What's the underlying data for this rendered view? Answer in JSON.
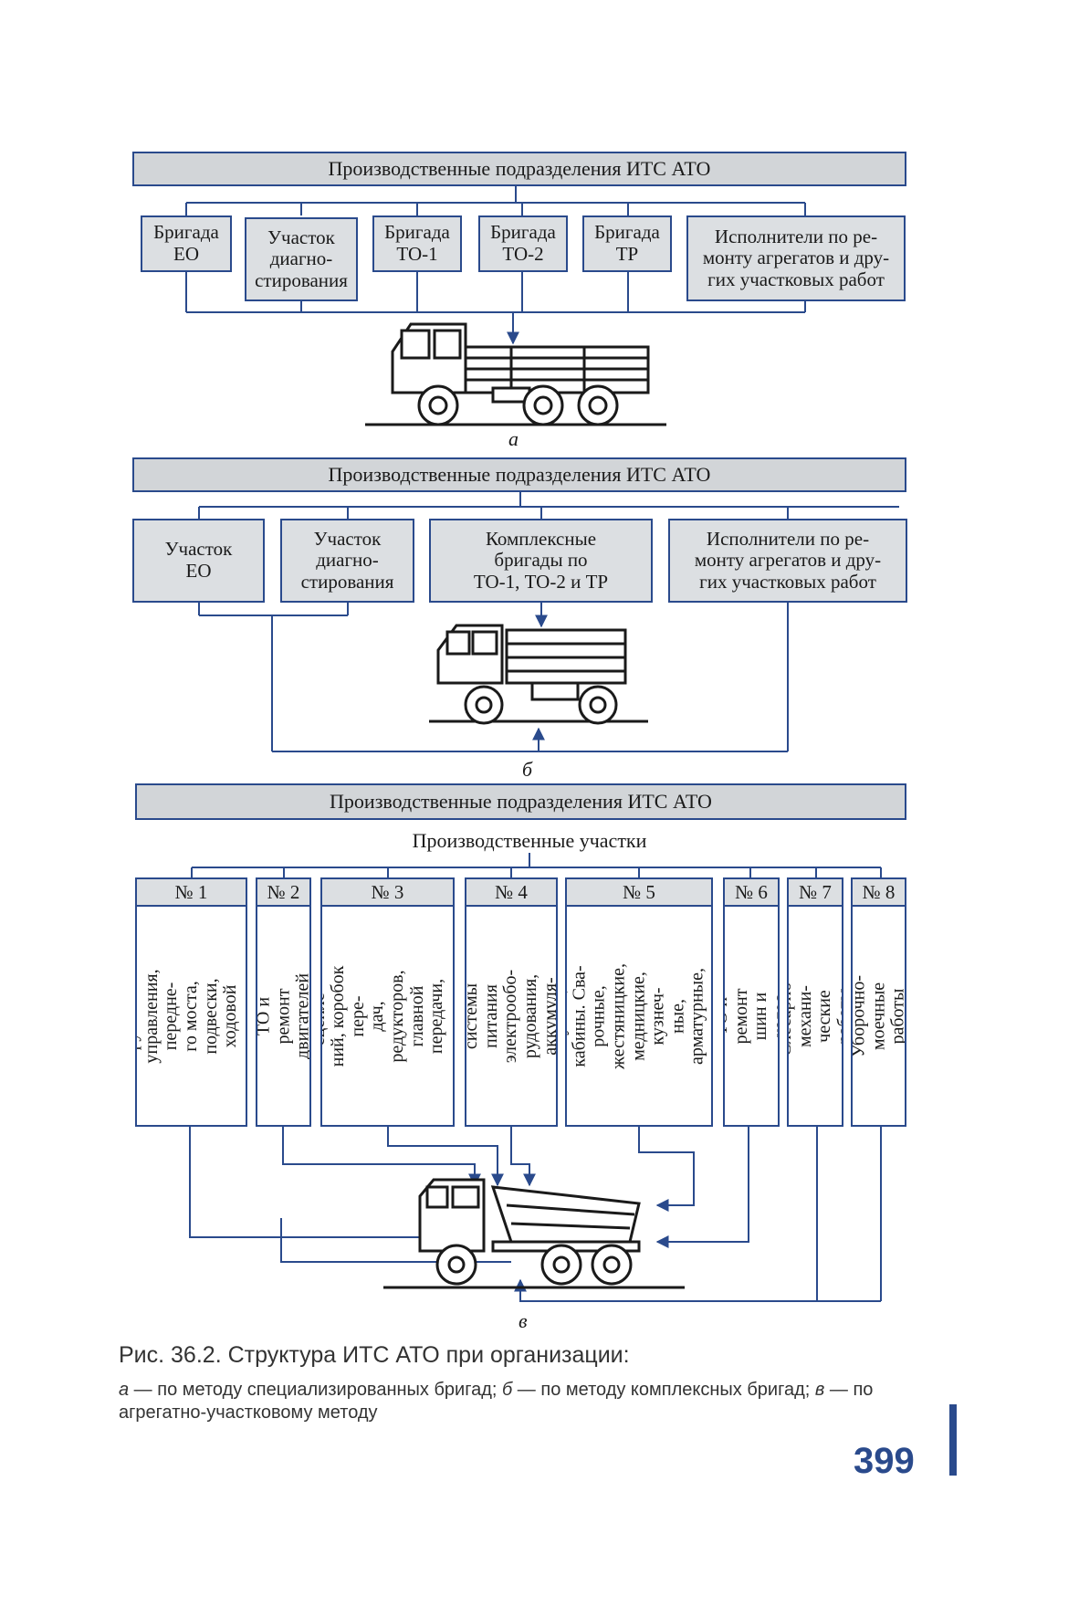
{
  "diagram_a": {
    "header": "Производственные подразделения ИТС  АТО",
    "boxes": [
      "Бригада\nЕО",
      "Участок\nдиагно-\nстирования",
      "Бригада\nТО-1",
      "Бригада\nТО-2",
      "Бригада\nТР",
      "Исполнители по ре-\nмонту агрегатов и дру-\nгих участковых работ"
    ],
    "label": "а"
  },
  "diagram_b": {
    "header": "Производственные подразделения ИТС  АТО",
    "boxes": [
      "Участок\nЕО",
      "Участок\nдиагно-\nстирования",
      "Комплексные\nбригады по\nТО-1,  ТО-2 и ТР",
      "Исполнители по ре-\nмонту агрегатов и дру-\nгих участковых работ"
    ],
    "label": "б"
  },
  "diagram_c": {
    "header": "Производственные подразделения ИТС  АТО",
    "subheader": "Производственные участки",
    "sections": [
      {
        "num": "№ 1",
        "text": "ТО и ремонт рулевого\nуправления, переднe-\nго моста, подвески,\nходовой части,\nтормозной системы"
      },
      {
        "num": "№ 2",
        "text": "ТО и ремонт\nдвигателей"
      },
      {
        "num": "№ 3",
        "text": "ТО и ремонт сцепле-\nний, коробок пере-\nдач, редукторов,\nглавной передачи,\nсамосвальных\nмеханизмов"
      },
      {
        "num": "№ 4",
        "text": "ТО и ремонт системы\nпитания электрообо-\nрудования, аккумуля-\nторные работы"
      },
      {
        "num": "№ 5",
        "text": "ТО и ремонт рамы,\nкузова, кабины. Сва-\nрочные, жестяницкие,\nмедницкие, кузнеч-\nные, арматурные,\nстолярные, малярные\nработы"
      },
      {
        "num": "№ 6",
        "text": "ТО и ремонт\nшин и колес"
      },
      {
        "num": "№ 7",
        "text": "Слесарно-механи-\nческие работы"
      },
      {
        "num": "№ 8",
        "text": "Уборочно-моечные\nработы"
      }
    ],
    "label": "в"
  },
  "caption": {
    "title": "Рис. 36.2. Структура ИТС АТО при организации:",
    "body_a": "а",
    "body_a_text": " — по методу специализированных бригад;   ",
    "body_b": "б",
    "body_b_text": " — по методу комплексных бригад; ",
    "body_c": "в",
    "body_c_text": " — по агрегатно-участковому методу"
  },
  "page_number": "399",
  "colors": {
    "accent": "#2a4a8c",
    "box_fill": "#dcdfe2"
  }
}
